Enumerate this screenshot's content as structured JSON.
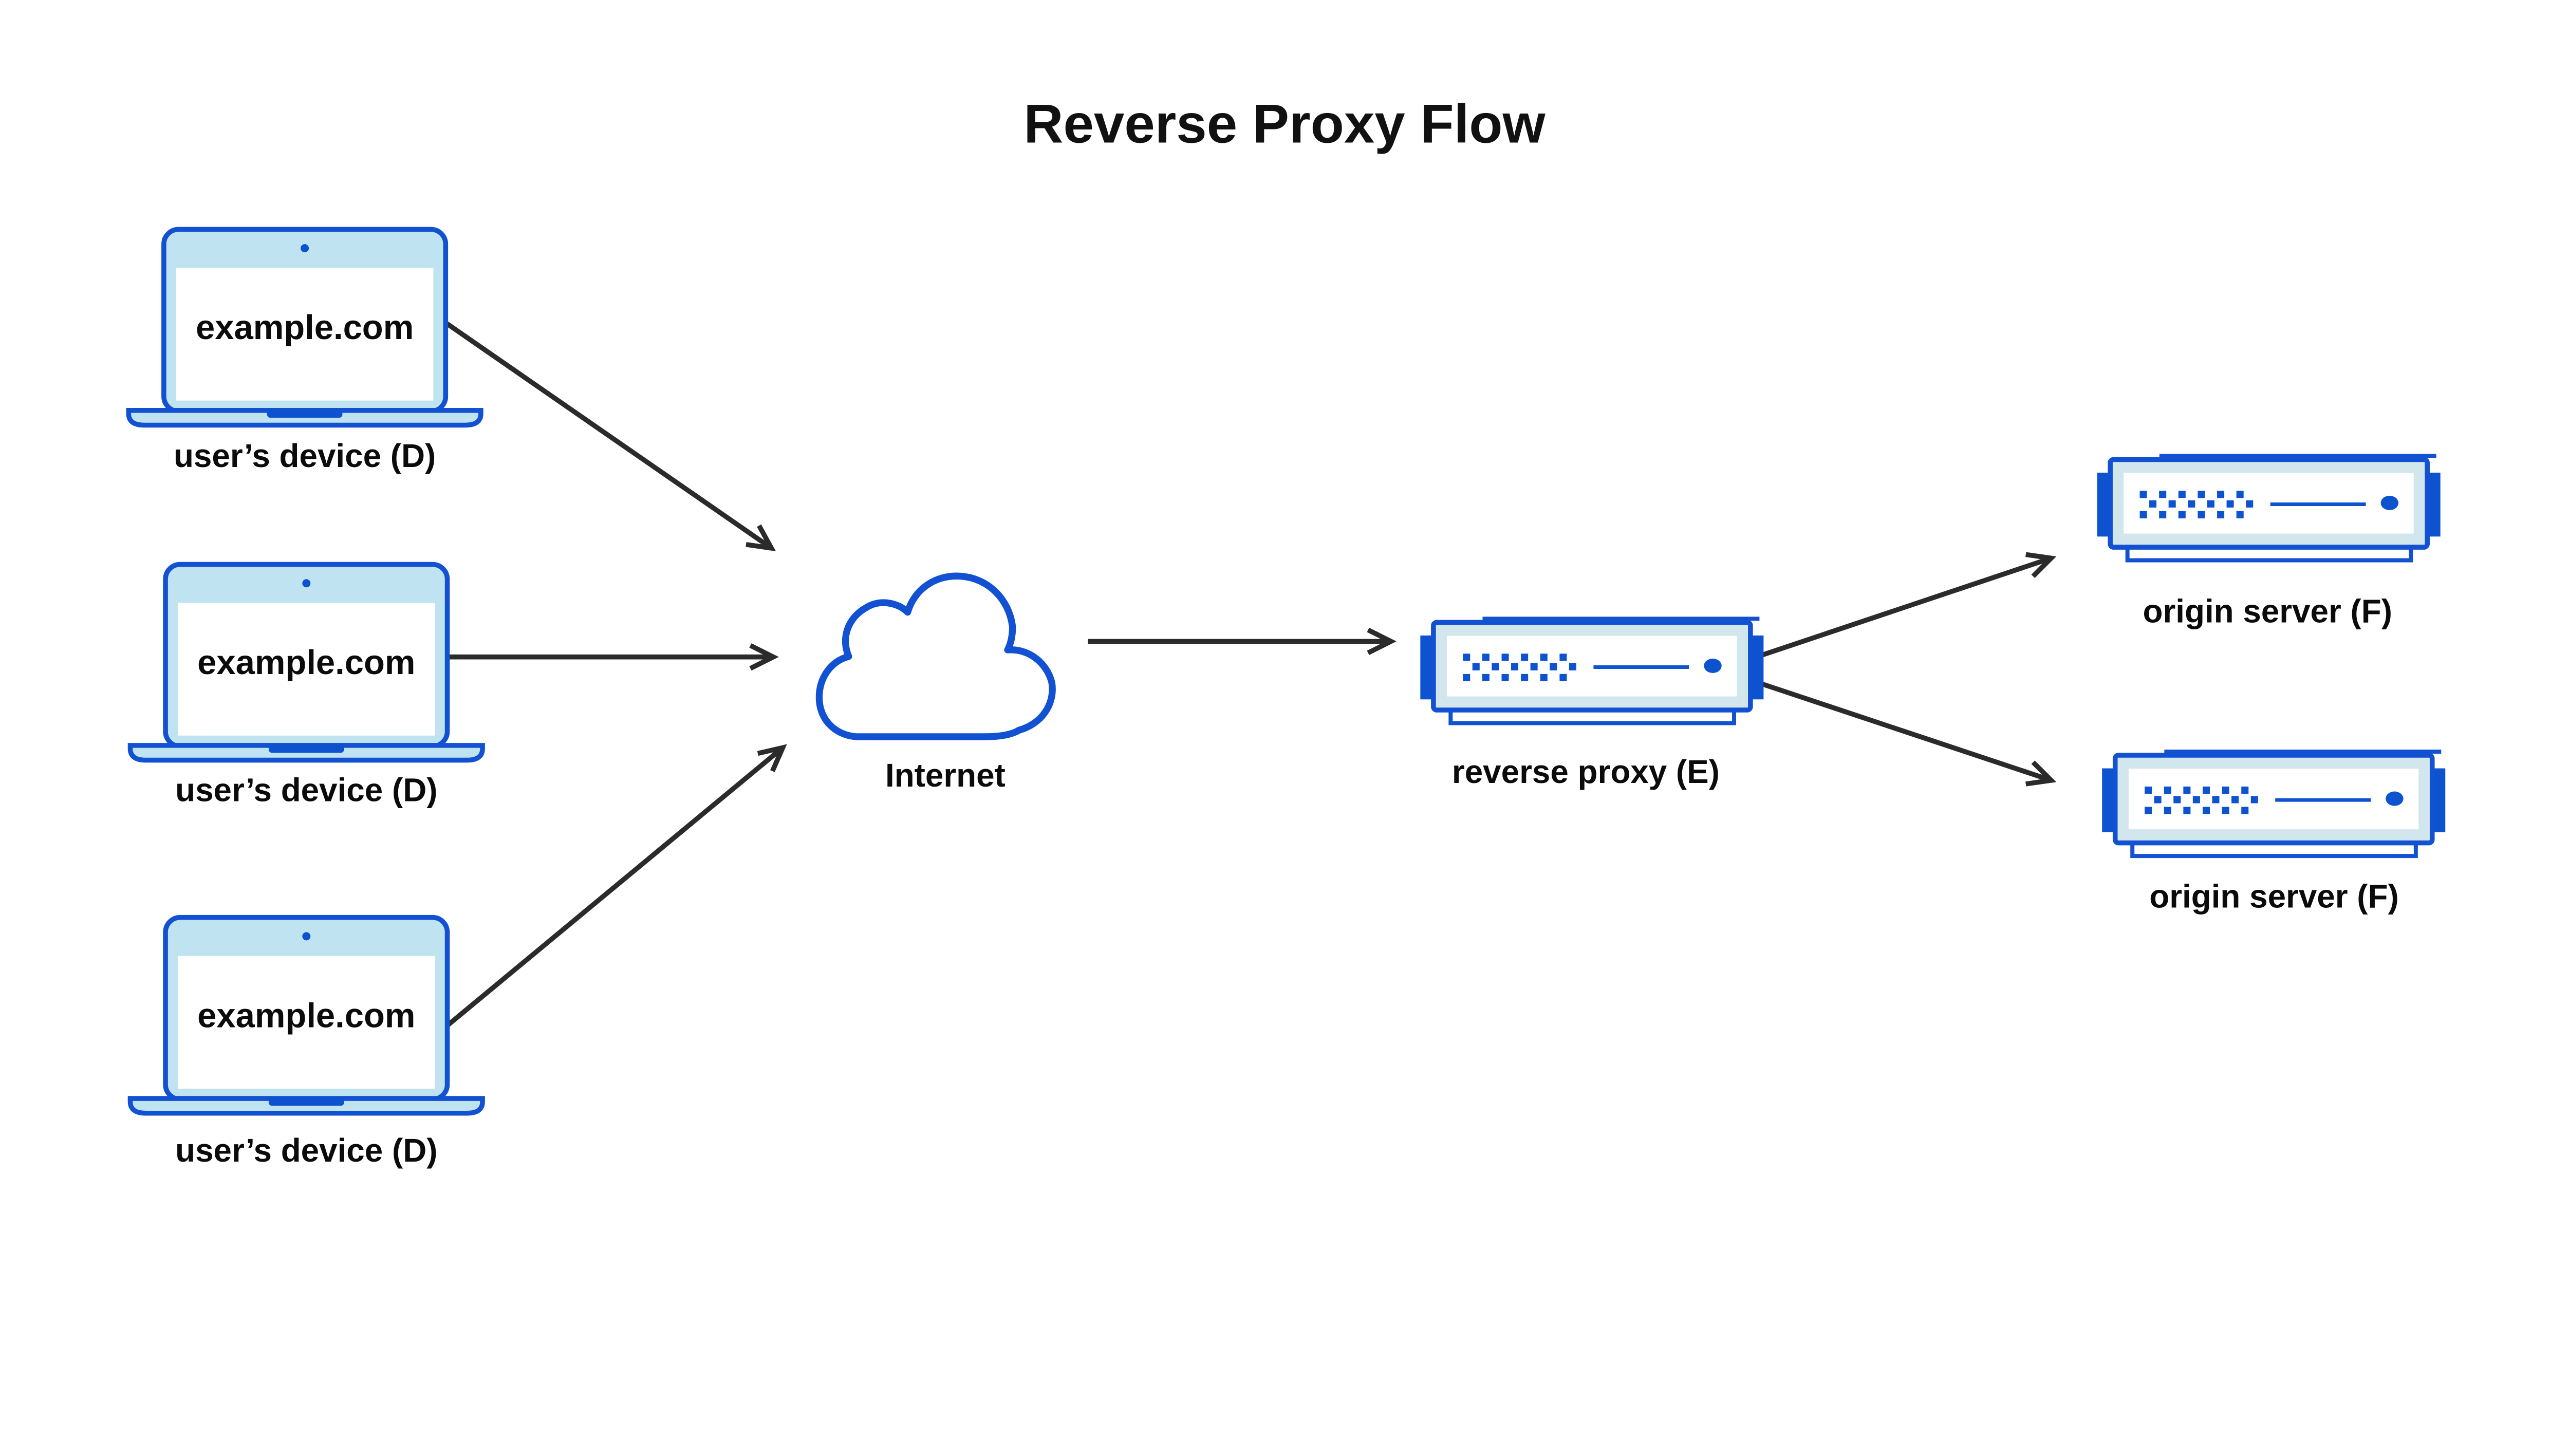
{
  "title": "Reverse Proxy Flow",
  "devices": [
    {
      "screen_text": "example.com",
      "label": "user’s device (D)",
      "icon": "laptop-icon"
    },
    {
      "screen_text": "example.com",
      "label": "user’s device (D)",
      "icon": "laptop-icon"
    },
    {
      "screen_text": "example.com",
      "label": "user’s device (D)",
      "icon": "laptop-icon"
    }
  ],
  "internet": {
    "label": "Internet",
    "icon": "cloud-icon"
  },
  "reverse_proxy": {
    "label": "reverse proxy (E)",
    "icon": "server-icon"
  },
  "origin_servers": [
    {
      "label": "origin server (F)",
      "icon": "server-icon"
    },
    {
      "label": "origin server (F)",
      "icon": "server-icon"
    }
  ],
  "connections": [
    {
      "from": "user’s device (D) #1",
      "to": "Internet"
    },
    {
      "from": "user’s device (D) #2",
      "to": "Internet"
    },
    {
      "from": "user’s device (D) #3",
      "to": "Internet"
    },
    {
      "from": "Internet",
      "to": "reverse proxy (E)"
    },
    {
      "from": "reverse proxy (E)",
      "to": "origin server (F) #1"
    },
    {
      "from": "reverse proxy (E)",
      "to": "origin server (F) #2"
    }
  ],
  "colors": {
    "blue_outline": "#1151d2",
    "blue_solid": "#0d52cf",
    "laptop_fill": "#bfe3f1",
    "server_frame_fill": "#d2e6ee",
    "arrow": "#2b2b2b",
    "text": "#0b0b0b",
    "background": "#ffffff"
  }
}
